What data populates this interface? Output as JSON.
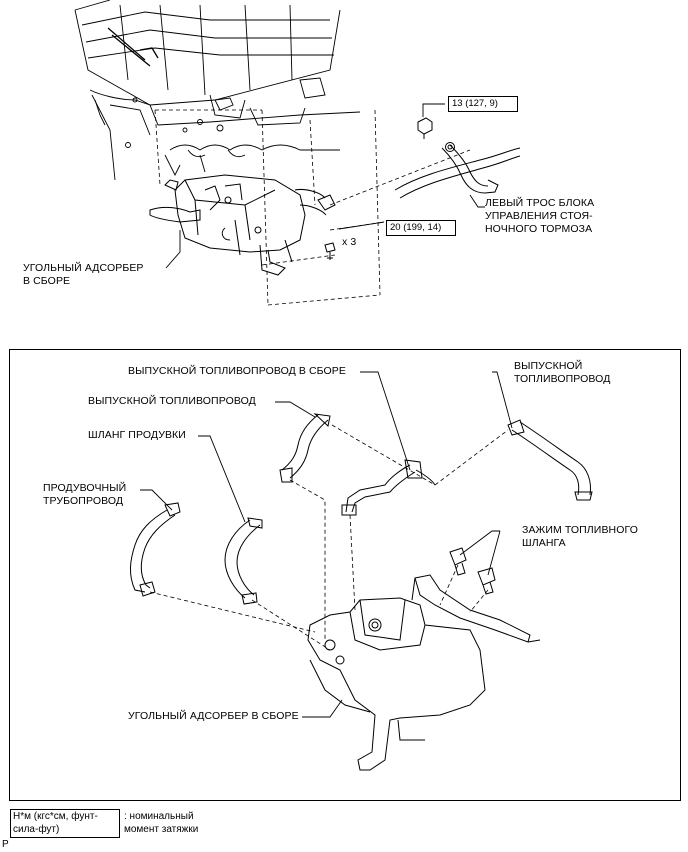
{
  "top_view": {
    "labels": {
      "canister_top": "УГОЛЬНЫЙ АДСОРБЕР\nВ СБОРЕ",
      "brake_cable": "ЛЕВЫЙ ТРОС БЛОКА\nУПРАВЛЕНИЯ СТОЯ-\nНОЧНОГО ТОРМОЗА",
      "bolt_count": "x 3"
    },
    "torque": {
      "nut": "13 (127, 9)",
      "bolts": "20 (199, 14)"
    }
  },
  "detail_view": {
    "labels": {
      "outlet_pipe_assy": "ВЫПУСКНОЙ ТОПЛИВОПРОВОД В СБОРЕ",
      "outlet_pipe_1": "ВЫПУСКНОЙ ТОПЛИВОПРОВОД",
      "outlet_pipe_2": "ВЫПУСКНОЙ\nТОПЛИВОПРОВОД",
      "purge_hose": "ШЛАНГ ПРОДУВКИ",
      "purge_pipe": "ПРОДУВОЧНЫЙ\nТРУБОПРОВОД",
      "hose_clamp": "ЗАЖИМ ТОПЛИВНОГО\nШЛАНГА",
      "canister_bottom": "УГОЛЬНЫЙ АДСОРБЕР В СБОРЕ"
    }
  },
  "legend": {
    "units": "Н*м (кгс*см, фунт-\nсила-фут)",
    "meaning": ": номинальный\nмомент затяжки"
  },
  "corner_mark": "P"
}
